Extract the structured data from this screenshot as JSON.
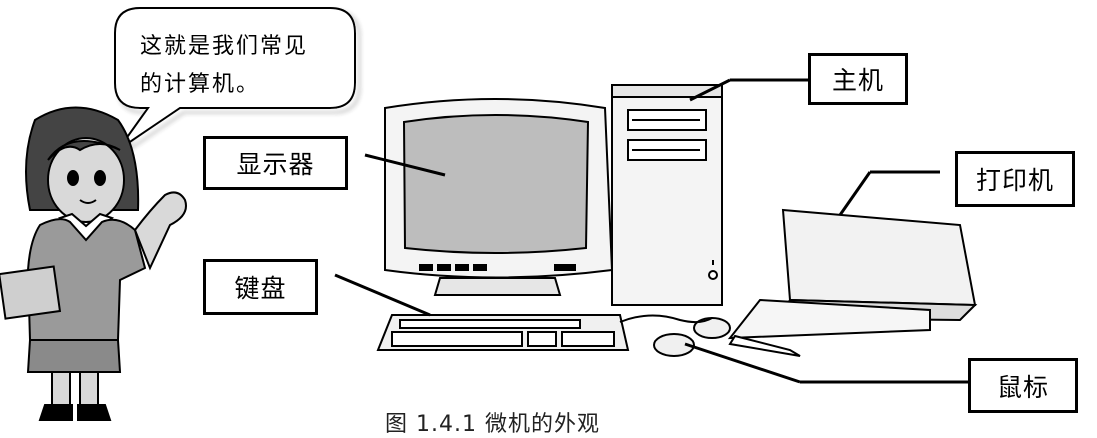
{
  "speech_bubble": {
    "line1": "这就是我们常见",
    "line2": "的计算机。"
  },
  "labels": {
    "host": "主机",
    "monitor": "显示器",
    "printer": "打印机",
    "keyboard": "键盘",
    "mouse": "鼠标"
  },
  "caption": "图 1.4.1   微机的外观"
}
